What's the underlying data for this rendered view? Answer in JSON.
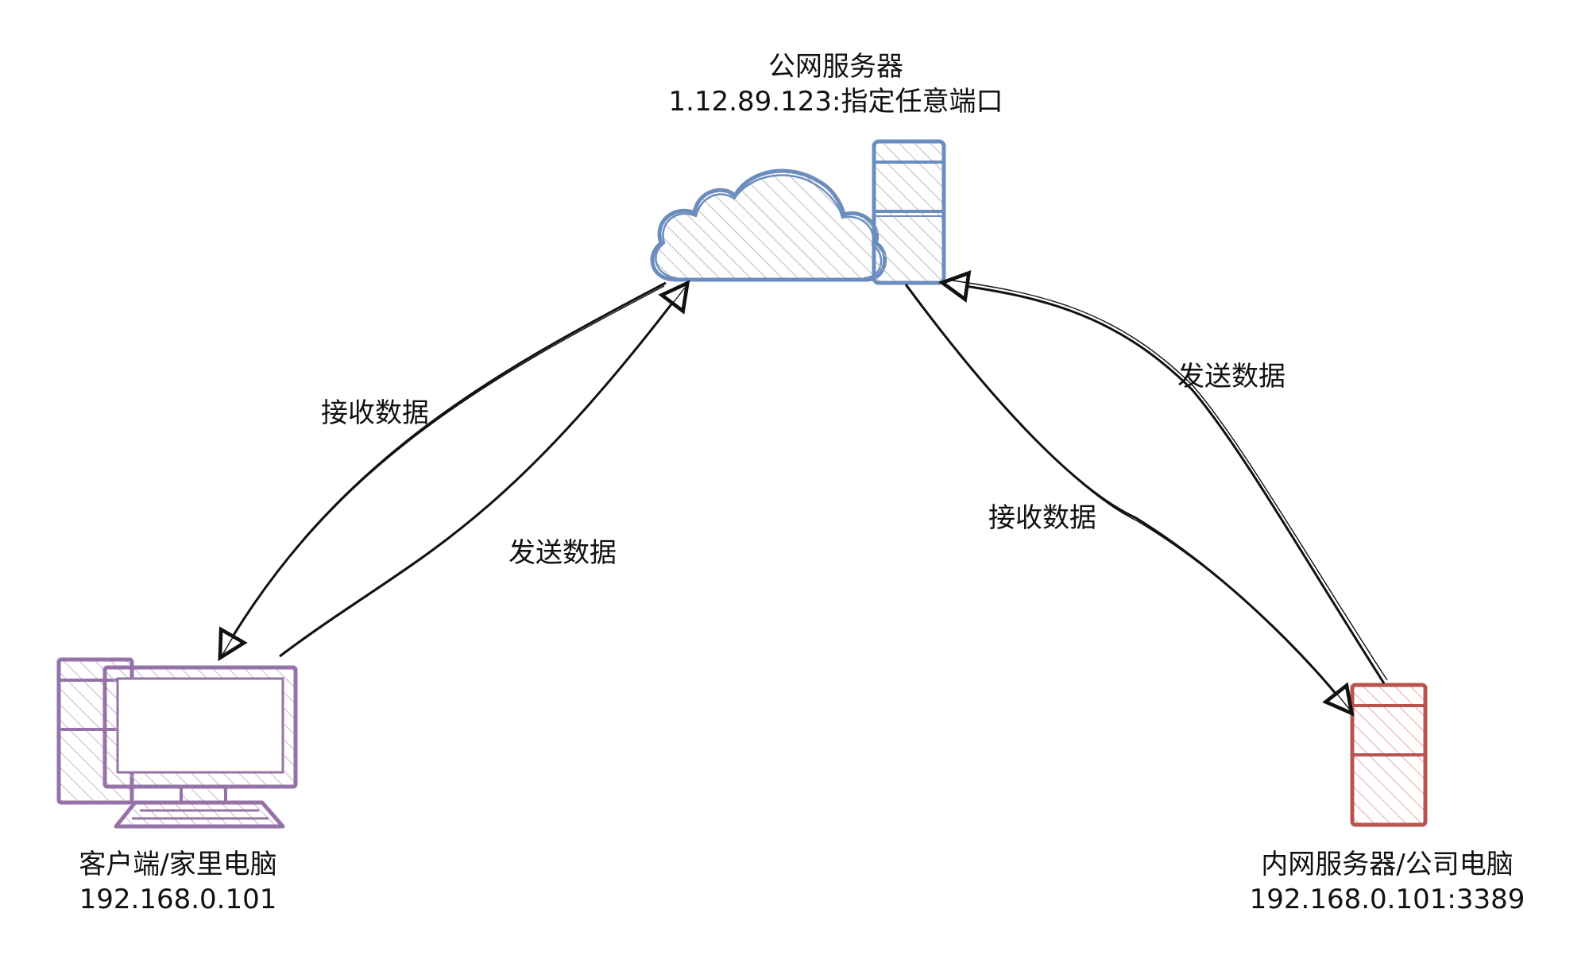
{
  "nodes": {
    "public_server": {
      "name": "公网服务器",
      "address": "1.12.89.123:指定任意端口",
      "color": "#6c8ebf"
    },
    "client": {
      "name": "客户端/家里电脑",
      "address": "192.168.0.101",
      "color": "#9673a6"
    },
    "intranet_server": {
      "name": "内网服务器/公司电脑",
      "address": "192.168.0.101:3389",
      "color": "#b85450"
    }
  },
  "edges": {
    "client_receive": "接收数据",
    "client_send": "发送数据",
    "intranet_receive": "接收数据",
    "intranet_send": "发送数据"
  }
}
